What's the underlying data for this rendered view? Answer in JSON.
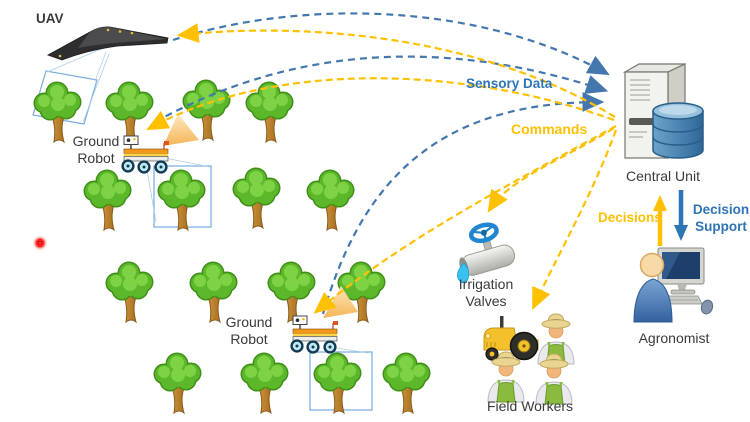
{
  "diagram": {
    "nodes": {
      "uav": {
        "label": "UAV",
        "icon": "uav-drone-icon"
      },
      "ground_robot_1": {
        "label_line1": "Ground",
        "label_line2": "Robot",
        "icon": "ground-robot-icon"
      },
      "ground_robot_2": {
        "label_line1": "Ground",
        "label_line2": "Robot",
        "icon": "ground-robot-icon"
      },
      "central_unit": {
        "label": "Central Unit",
        "icon": "server-database-icon"
      },
      "agronomist": {
        "label": "Agronomist",
        "icon": "person-computer-icon"
      },
      "irrigation_valves": {
        "label_line1": "Irrigation",
        "label_line2": "Valves",
        "icon": "water-valve-icon"
      },
      "field_workers": {
        "label": "Field Workers",
        "icon": "farmers-tractor-icon"
      }
    },
    "flows": {
      "sensory_data": {
        "label": "Sensory Data",
        "color": "#2E74B5",
        "line_style": "dashed"
      },
      "commands": {
        "label": "Commands",
        "color": "#FFC000",
        "line_style": "dashed"
      },
      "decisions": {
        "label": "Decisions",
        "color": "#FFC000"
      },
      "decision_support": {
        "label_line1": "Decision",
        "label_line2": "Support",
        "color": "#2E74B5"
      }
    },
    "scene": {
      "tree_count": 16,
      "tree_color": "#5cb82a",
      "marker": "red-dot-marker",
      "camera_footprints": 3
    }
  }
}
